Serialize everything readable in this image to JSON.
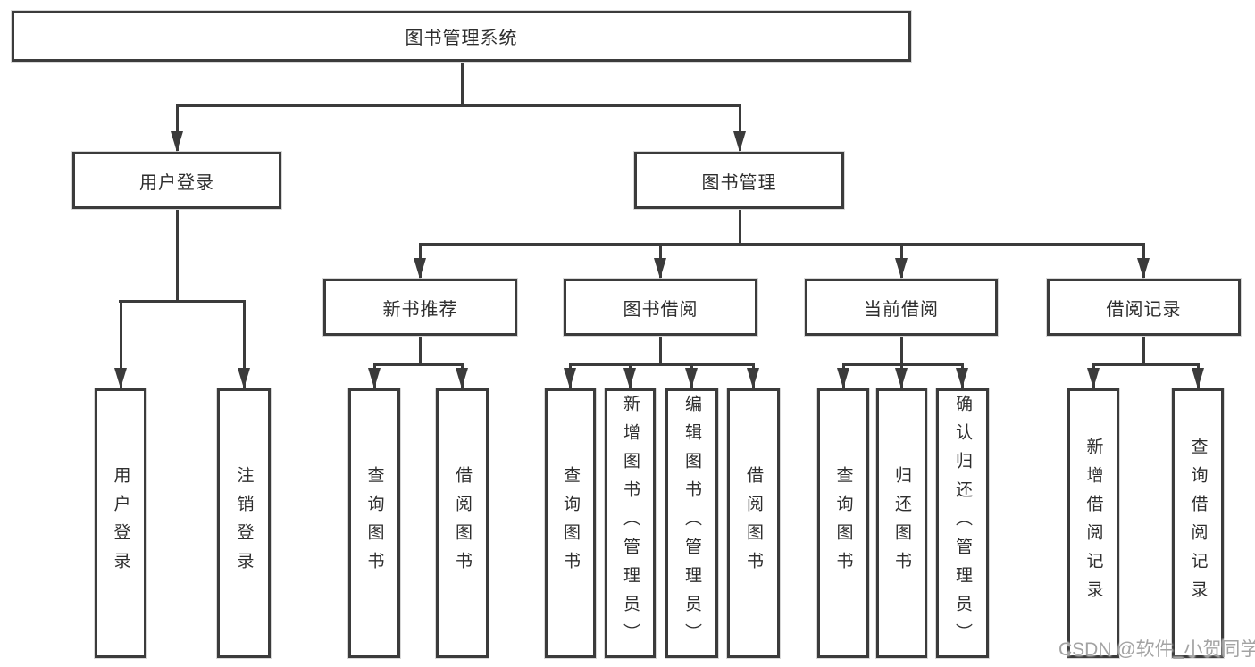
{
  "colors": {
    "line": "#3b3b3b",
    "box_border": "#3b3b3b",
    "text": "#2e2e2e",
    "background": "#ffffff",
    "watermark": "#a3a3a3"
  },
  "tree": {
    "root": "图书管理系统",
    "branches": [
      {
        "label": "用户登录",
        "children": [
          "用户登录",
          "注销登录"
        ]
      },
      {
        "label": "图书管理",
        "sections": [
          {
            "label": "新书推荐",
            "children": [
              "查询图书",
              "借阅图书"
            ]
          },
          {
            "label": "图书借阅",
            "children": [
              "查询图书",
              "新增图书（管理员）",
              "编辑图书（管理员）",
              "借阅图书"
            ]
          },
          {
            "label": "当前借阅",
            "children": [
              "查询图书",
              "归还图书",
              "确认归还（管理员）"
            ]
          },
          {
            "label": "借阅记录",
            "children": [
              "新增借阅记录",
              "查询借阅记录"
            ]
          }
        ]
      }
    ]
  },
  "watermark": {
    "text": "CSDN @软件_小贺同学"
  }
}
